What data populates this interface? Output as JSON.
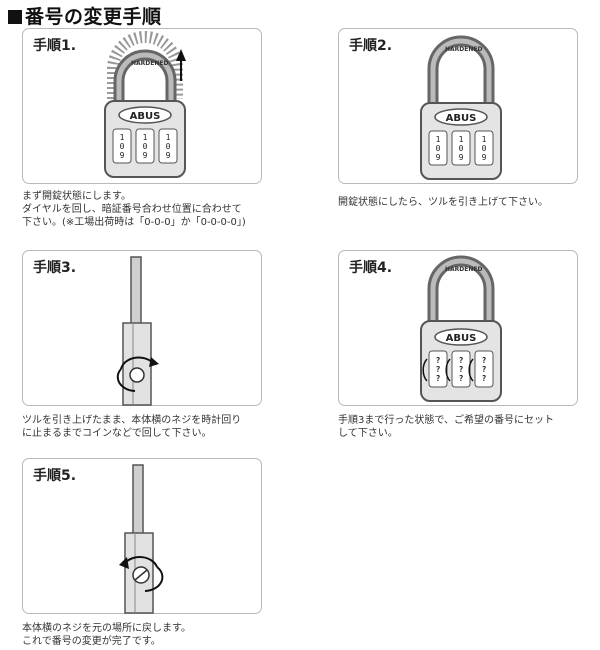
{
  "title": "番号の変更手順",
  "lock": {
    "brand": "ABUS",
    "shackle_text": "HARDENED",
    "digits": [
      "1",
      "0",
      "9"
    ]
  },
  "steps": [
    {
      "label": "手順1.",
      "caption": [
        "まず開錠状態にします。",
        "ダイヤルを回し、暗証番号合わせ位置に合わせて",
        "下さい。(※工場出荷時は「0-0-0」か「0-0-0-0」)"
      ]
    },
    {
      "label": "手順2.",
      "caption": [
        "開錠状態にしたら、ツルを引き上げて下さい。"
      ]
    },
    {
      "label": "手順3.",
      "caption": [
        "ツルを引き上げたまま、本体横のネジを時計回り",
        "に止まるまでコインなどで回して下さい。"
      ]
    },
    {
      "label": "手順4.",
      "caption": [
        "手順3まで行った状態で、ご希望の番号にセット",
        "して下さい。"
      ]
    },
    {
      "label": "手順5.",
      "caption": [
        "本体横のネジを元の場所に戻します。",
        "これで番号の変更が完了です。"
      ]
    }
  ]
}
